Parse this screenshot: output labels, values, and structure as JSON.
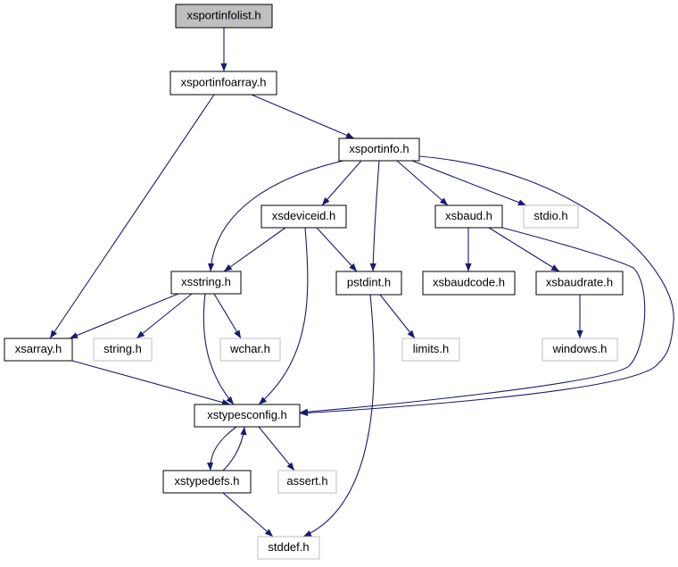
{
  "graph": {
    "type": "include-dependency-graph",
    "edge_color": "#191970",
    "external_border_color": "#bfbfbf",
    "root_fill_color": "#bfbfbf",
    "nodes": {
      "xsportinfolist": "xsportinfolist.h",
      "xsportinfoarray": "xsportinfoarray.h",
      "xsportinfo": "xsportinfo.h",
      "xsdeviceid": "xsdeviceid.h",
      "xsbaud": "xsbaud.h",
      "stdio": "stdio.h",
      "xsstring": "xsstring.h",
      "pstdint": "pstdint.h",
      "xsbaudcode": "xsbaudcode.h",
      "xsbaudrate": "xsbaudrate.h",
      "xsarray": "xsarray.h",
      "string": "string.h",
      "wchar": "wchar.h",
      "limits": "limits.h",
      "windows": "windows.h",
      "xstypesconfig": "xstypesconfig.h",
      "xstypedefs": "xstypedefs.h",
      "assert": "assert.h",
      "stddef": "stddef.h"
    },
    "edges": [
      [
        "xsportinfolist",
        "xsportinfoarray"
      ],
      [
        "xsportinfoarray",
        "xsarray"
      ],
      [
        "xsportinfoarray",
        "xsportinfo"
      ],
      [
        "xsportinfo",
        "xsstring"
      ],
      [
        "xsportinfo",
        "xsdeviceid"
      ],
      [
        "xsportinfo",
        "pstdint"
      ],
      [
        "xsportinfo",
        "xsbaud"
      ],
      [
        "xsportinfo",
        "stdio"
      ],
      [
        "xsportinfo",
        "xstypesconfig"
      ],
      [
        "xsdeviceid",
        "xsstring"
      ],
      [
        "xsdeviceid",
        "pstdint"
      ],
      [
        "xsdeviceid",
        "xstypesconfig"
      ],
      [
        "xsbaud",
        "xsbaudcode"
      ],
      [
        "xsbaud",
        "xsbaudrate"
      ],
      [
        "xsbaud",
        "xstypesconfig"
      ],
      [
        "pstdint",
        "limits"
      ],
      [
        "pstdint",
        "stddef"
      ],
      [
        "xsbaudrate",
        "windows"
      ],
      [
        "xsstring",
        "xsarray"
      ],
      [
        "xsstring",
        "string"
      ],
      [
        "xsstring",
        "wchar"
      ],
      [
        "xsstring",
        "xstypesconfig"
      ],
      [
        "xsarray",
        "xstypesconfig"
      ],
      [
        "xstypesconfig",
        "xstypedefs"
      ],
      [
        "xstypedefs",
        "xstypesconfig"
      ],
      [
        "xstypesconfig",
        "assert"
      ],
      [
        "xstypedefs",
        "stddef"
      ]
    ]
  }
}
